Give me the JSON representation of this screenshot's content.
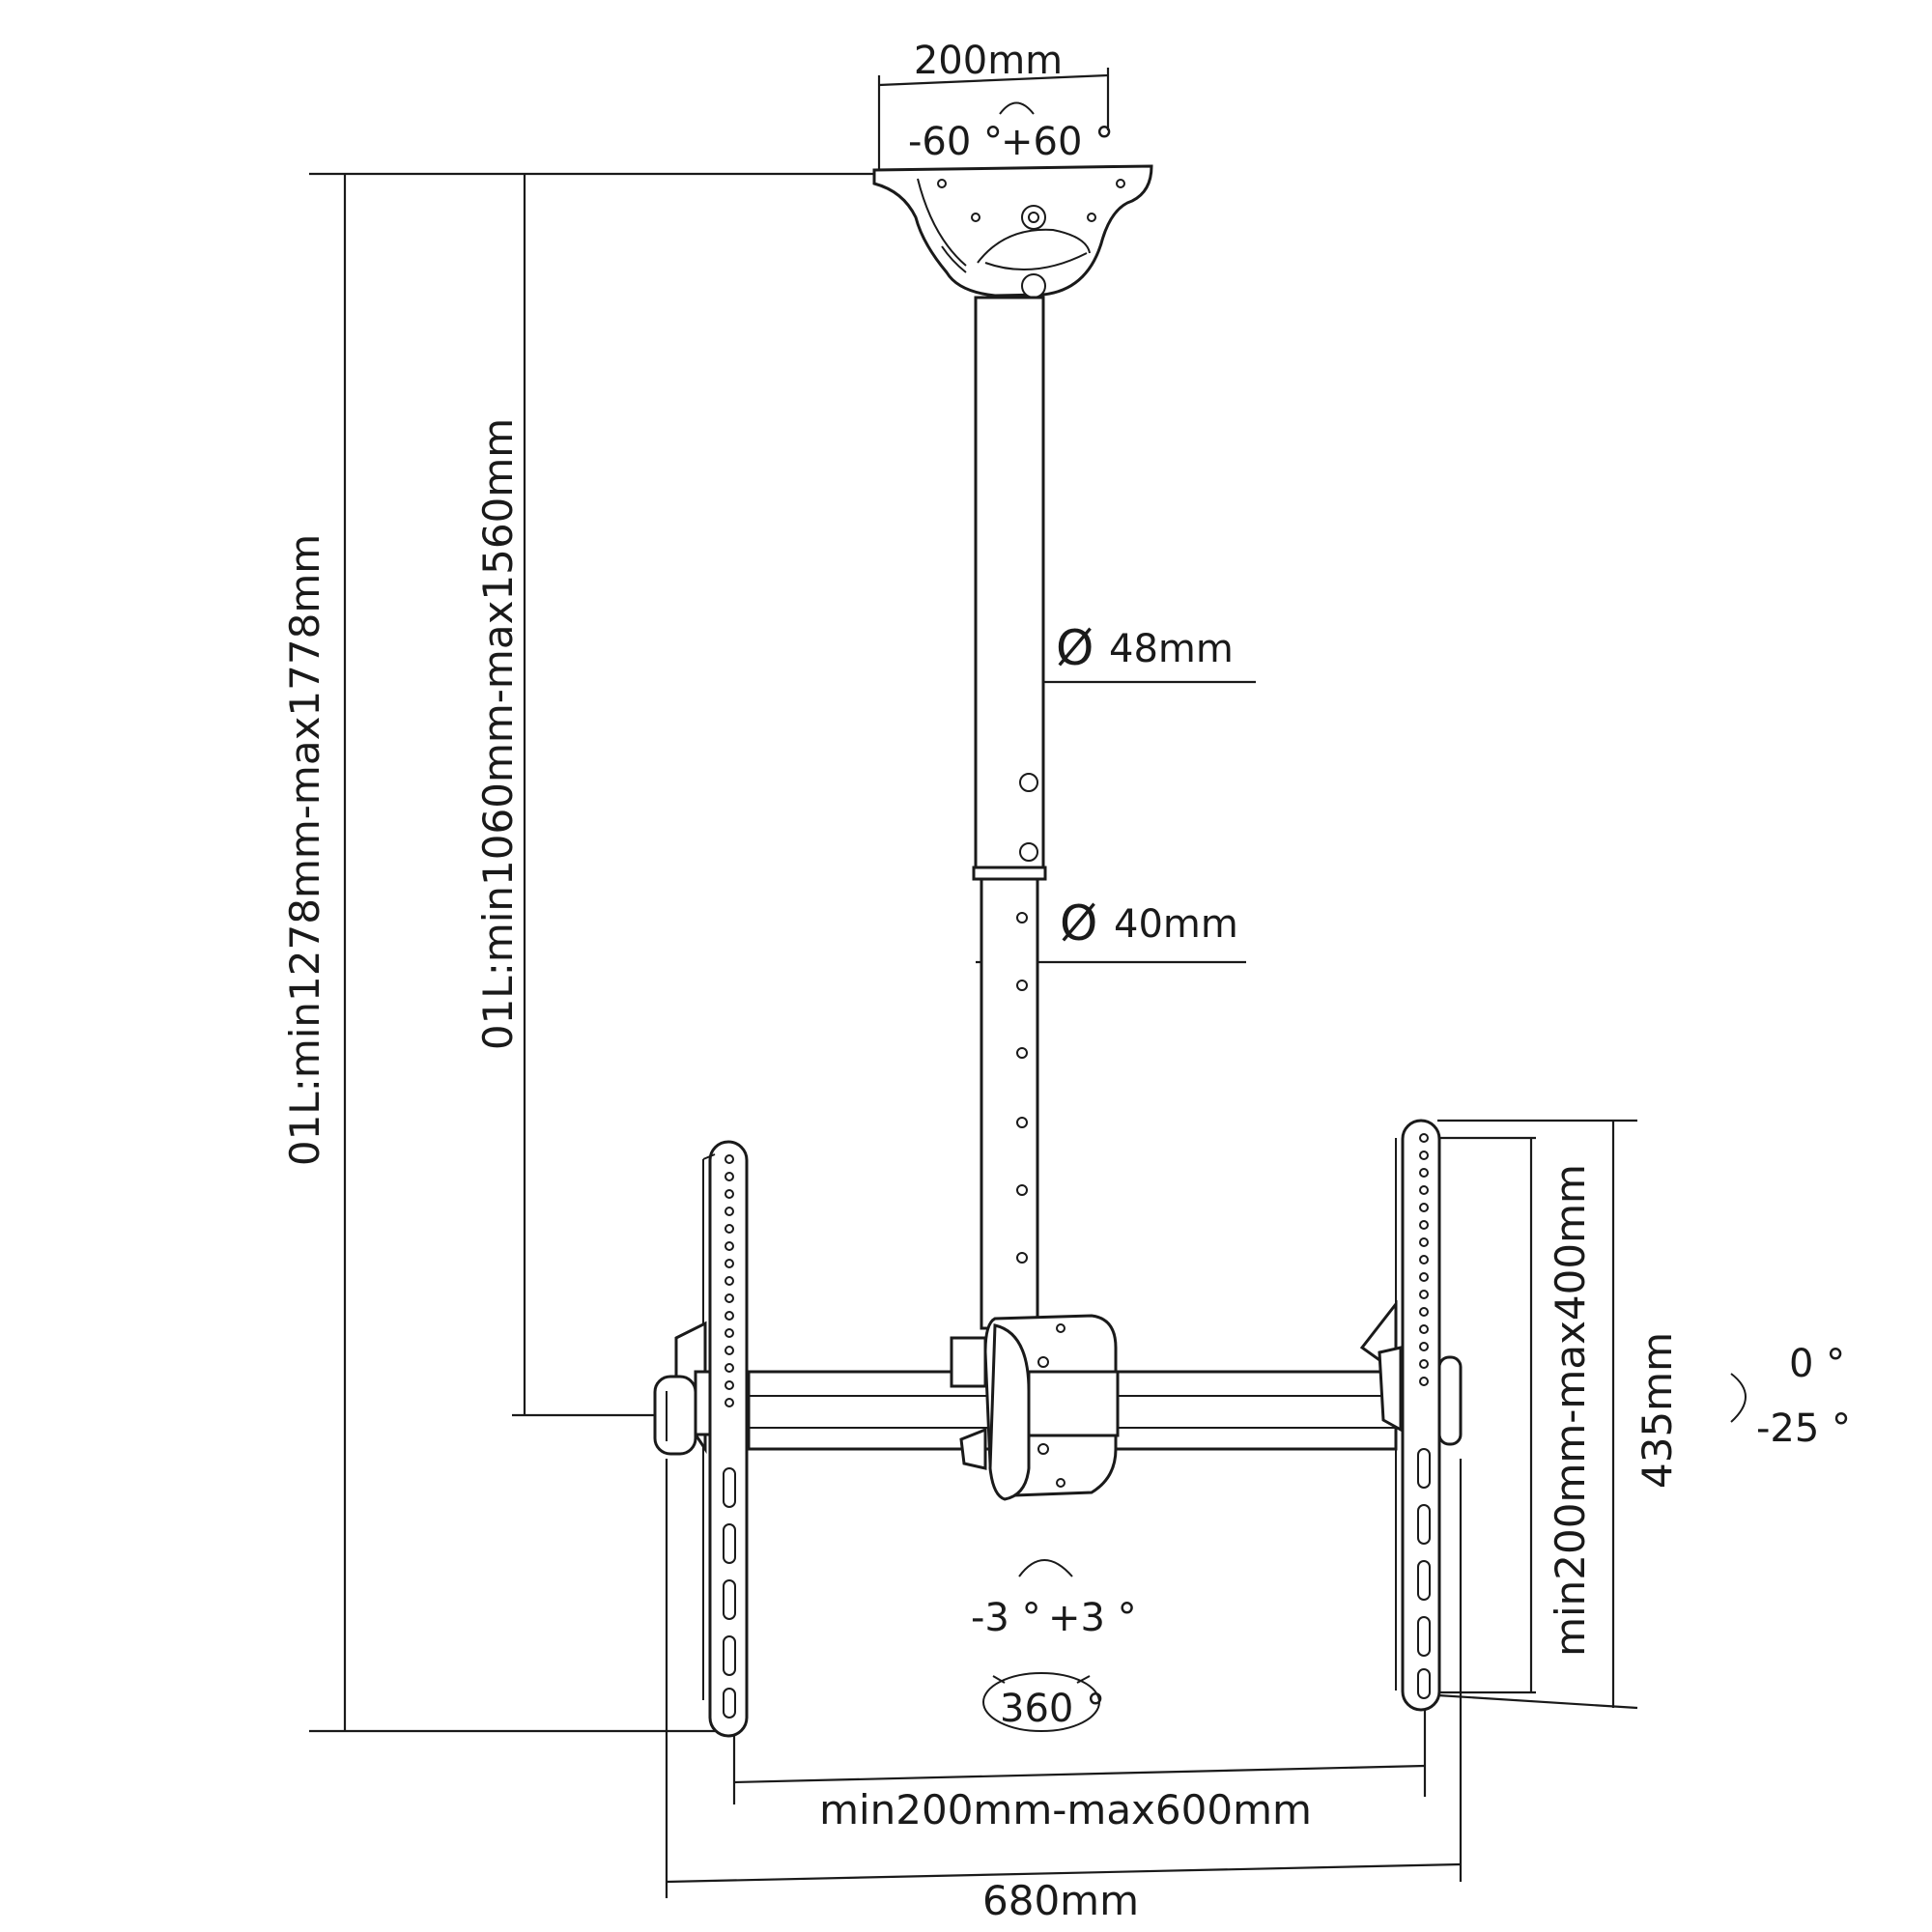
{
  "labels": {
    "ceiling_plate_width": "200mm",
    "ceiling_swivel_left": "-60 °",
    "ceiling_swivel_right": "+60 °",
    "outer_pole_diameter": "48mm",
    "inner_pole_diameter": "40mm",
    "total_height": "01L:min1278mm-max1778mm",
    "pole_length": "01L:min1060mm-max1560mm",
    "vertical_hole_spacing": "min200mm-max400mm",
    "bracket_height": "435mm",
    "tilt_top": "0 °",
    "tilt_bottom": "-25 °",
    "rotation_left": "-3 °",
    "rotation_right": "+3 °",
    "swivel_360": "360 °",
    "horizontal_hole_spacing": "min200mm-max600mm",
    "overall_width": "680mm"
  },
  "symbols": {
    "diameter": "Ø"
  },
  "icons": {
    "ceiling_swivel_arrow": "arc-arrow-icon",
    "rotation_arrow": "arc-arrow-icon",
    "tilt_arrow": "tilt-arrow-icon",
    "swivel_360_arrow": "circular-arrow-icon"
  },
  "colors": {
    "line": "#1a1a1a",
    "background": "#ffffff"
  }
}
